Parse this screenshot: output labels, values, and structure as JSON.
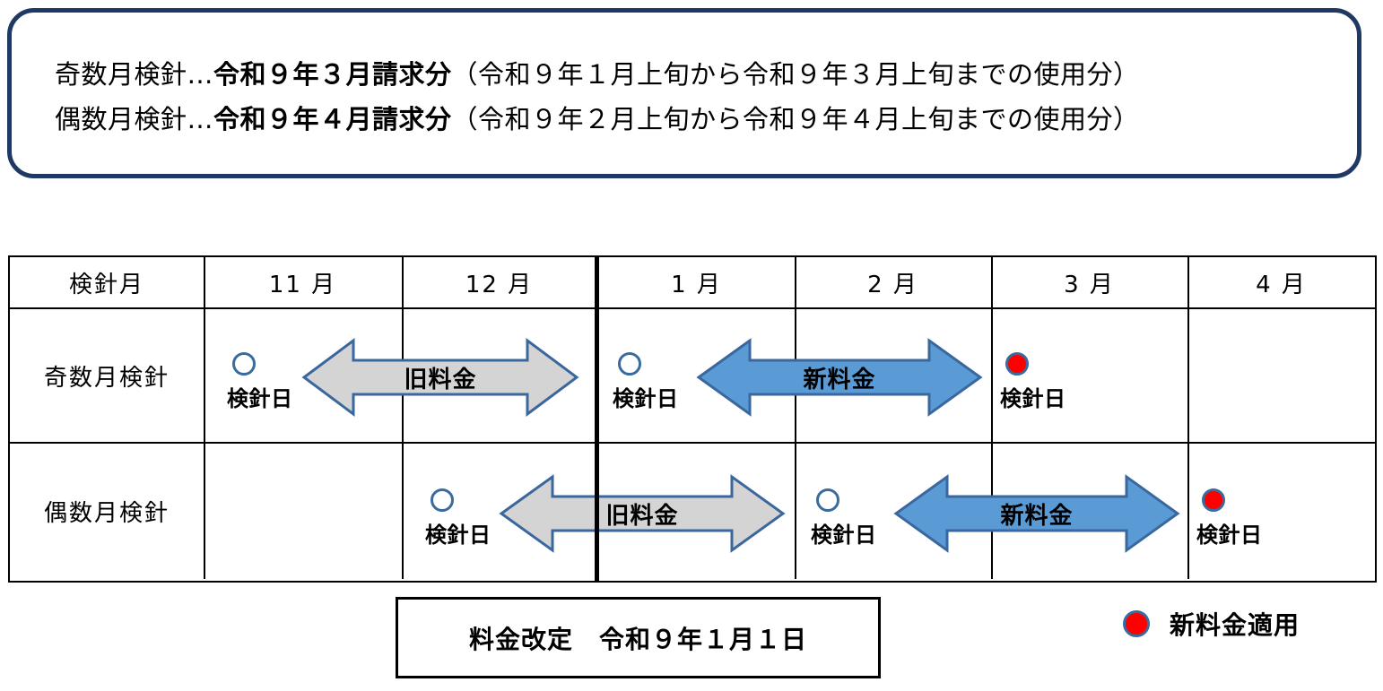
{
  "notice": {
    "lines": [
      {
        "prefix": "奇数月検針…",
        "bold": "令和９年３月請求分",
        "suffix": "（令和９年１月上旬から令和９年３月上旬までの使用分）"
      },
      {
        "prefix": "偶数月検針…",
        "bold": "令和９年４月請求分",
        "suffix": "（令和９年２月上旬から令和９年４月上旬までの使用分）"
      }
    ]
  },
  "table": {
    "header": {
      "corner": "検針月",
      "months": [
        "11 月",
        "12 月",
        "1 月",
        "2 月",
        "3 月",
        "4 月"
      ]
    },
    "rows": [
      {
        "label": "奇数月検針",
        "markers": [
          {
            "type": "open",
            "label": "検針日",
            "month": "11 月"
          },
          {
            "type": "open",
            "label": "検針日",
            "month": "1 月"
          },
          {
            "type": "red",
            "label": "検針日",
            "month": "3 月"
          }
        ],
        "arrows": [
          {
            "label": "旧料金",
            "style": "old",
            "from": "11 月",
            "to": "12 月"
          },
          {
            "label": "新料金",
            "style": "new",
            "from": "1 月",
            "to": "2 月"
          }
        ]
      },
      {
        "label": "偶数月検針",
        "markers": [
          {
            "type": "open",
            "label": "検針日",
            "month": "12 月"
          },
          {
            "type": "open",
            "label": "検針日",
            "month": "2 月"
          },
          {
            "type": "red",
            "label": "検針日",
            "month": "4 月"
          }
        ],
        "arrows": [
          {
            "label": "旧料金",
            "style": "old",
            "from": "12 月",
            "to": "1 月"
          },
          {
            "label": "新料金",
            "style": "new",
            "from": "2 月",
            "to": "3 月"
          }
        ]
      }
    ],
    "revision_divider_after": "12 月"
  },
  "caption": {
    "text": "料金改定　令和９年１月１日"
  },
  "legend": {
    "marker": "red-circle-icon",
    "label": "新料金適用"
  },
  "colors": {
    "notice_border": "#1f3864",
    "old_rate_fill": "#d4d4d4",
    "old_rate_stroke": "#39679e",
    "new_rate_fill": "#5b9bd5",
    "new_rate_stroke": "#39679e",
    "marker_ring": "#3a6b9e",
    "marker_applied": "#ff0000",
    "grid_line": "#000000"
  }
}
